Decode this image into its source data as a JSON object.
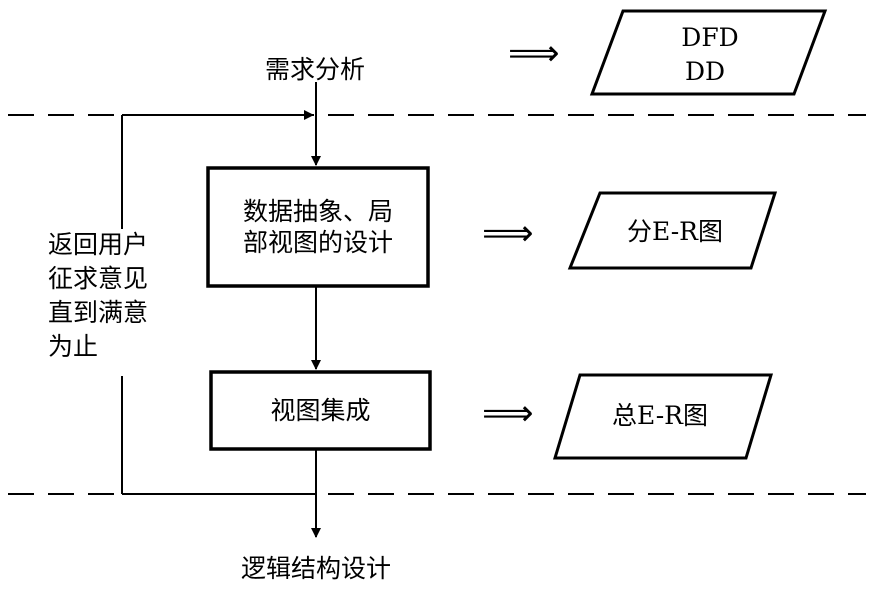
{
  "top_label": "需求分析",
  "bottom_label": "逻辑结构设计",
  "process_box_1": {
    "line1": "数据抽象、局",
    "line2": "部视图的设计"
  },
  "process_box_2": "视图集成",
  "outputs": [
    {
      "line1": "DFD",
      "line2": "DD"
    },
    {
      "text": "分E-R图"
    },
    {
      "text": "总E-R图"
    }
  ],
  "feedback_label": [
    "返回用户",
    "征求意见",
    "直到满意",
    "为止"
  ],
  "output_arrow_symbol": "⟹"
}
